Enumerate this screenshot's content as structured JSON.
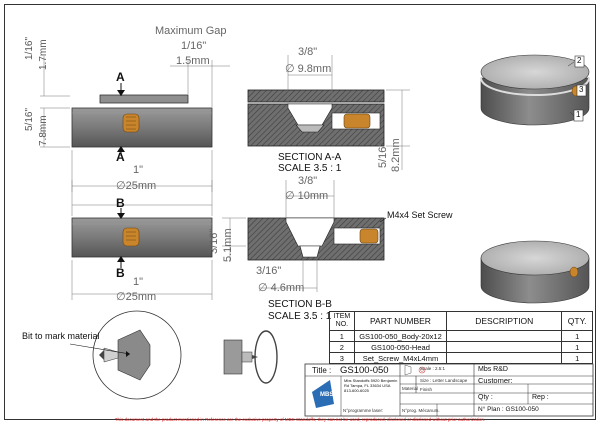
{
  "labels": {
    "maximum_gap": "Maximum Gap",
    "gap_in": "1/16\"",
    "gap_mm": "1.5mm",
    "vert_small_in": "1/16\"",
    "vert_small_mm": "1.7mm",
    "vert_tall_in": "5/16\"",
    "vert_tall_mm": "7.8mm",
    "section_a_letter": "A",
    "section_b_letter": "B",
    "dia_top_in": "1\"",
    "dia_top_mm": "∅25mm",
    "dia_bot_in": "1\"",
    "dia_bot_mm": "∅25mm",
    "height_b_in": "3/16\"",
    "height_b_mm": "5.1mm",
    "sec_a_hole_in": "3/8\"",
    "sec_a_hole_mm": "∅ 9.8mm",
    "sec_a_right_in": "5/16\"",
    "sec_a_right_mm": "8.2mm",
    "section_a_title": "SECTION A-A",
    "section_a_scale": "SCALE 3.5 : 1",
    "sec_b_hole_in": "3/8\"",
    "sec_b_hole_mm": "∅ 10mm",
    "sec_b_bottom_in": "3/16\"",
    "sec_b_bottom_mm": "∅ 4.6mm",
    "set_screw_callout": "M4x4 Set Screw",
    "section_b_title": "SECTION B-B",
    "section_b_scale": "SCALE 3.5 : 1",
    "bit_to_mark": "Bit to mark material",
    "balloon_1": "1",
    "balloon_2": "2",
    "balloon_3": "3"
  },
  "bom": {
    "headers": [
      "ITEM NO.",
      "PART NUMBER",
      "DESCRIPTION",
      "QTY."
    ],
    "rows": [
      [
        "1",
        "GS100-050_Body-20x12",
        "",
        "1"
      ],
      [
        "2",
        "GS100-050-Head",
        "",
        "1"
      ],
      [
        "3",
        "Set_Screw_M4xL4mm",
        "",
        "1"
      ]
    ]
  },
  "title_block": {
    "title_label": "Title :",
    "title_value": "GS100-050",
    "scale": "Scale : 2.5:1",
    "size": "Size : Letter Landscape",
    "finish": "Finish",
    "material": "Material",
    "company": "Mbs R&D",
    "customer": "Customer:",
    "qty": "Qty :",
    "rep": "Rep :",
    "programme": "N°programme laser:",
    "prog_mecanum": "N°prog. Mécanum.",
    "plan_no": "N° Plan : GS100-050",
    "logo_text": "MBS",
    "address": "Mbs Standoffs 5920 Benjamin Rd Tampa, FL 33634 USA 813-600-6025"
  },
  "footer_note": "This document and the product mentioned in Reference are the exclusive property of MBS-Standoffs, they can not be used, reproduced, disclosed or disclosed without prior authorization."
}
